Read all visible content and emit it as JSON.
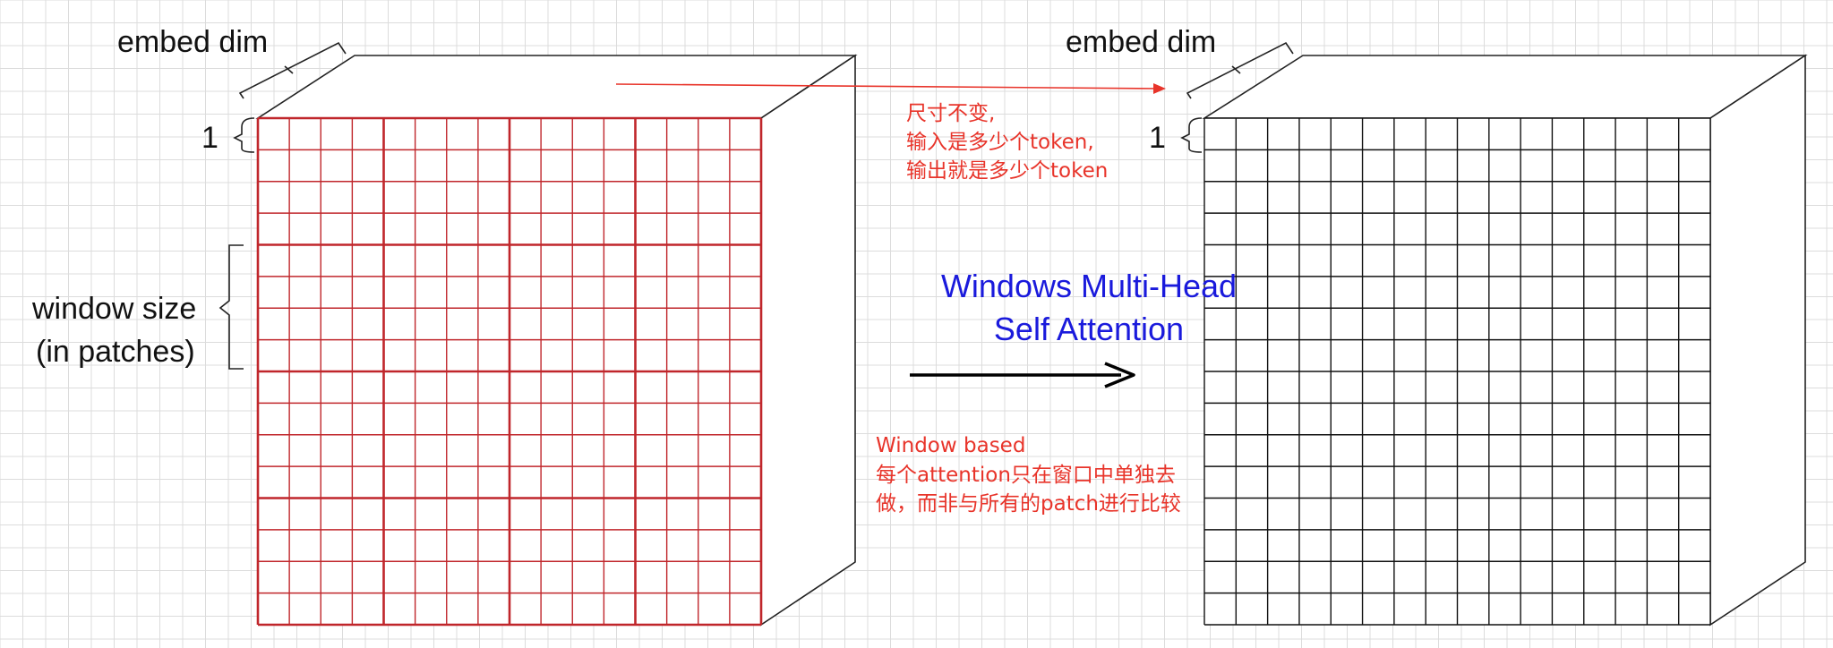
{
  "colors": {
    "background_grid": "#dcdcdc",
    "window_grid": "#c0262b",
    "output_grid": "#111111",
    "annotation_red": "#e8342a",
    "title_blue": "#1a1adc",
    "arrow": "#000000"
  },
  "grid": {
    "patches_per_side": 16,
    "window_size": 4
  },
  "left_block": {
    "embed_dim_label": "embed dim",
    "depth_label": "1",
    "window_size_label_line1": "window size",
    "window_size_label_line2": "(in patches)"
  },
  "right_block": {
    "embed_dim_label": "embed dim",
    "depth_label": "1"
  },
  "operation": {
    "title_line1": "Windows Multi-Head",
    "title_line2": "Self Attention",
    "arrow_icon": "right-arrow-icon"
  },
  "note_top": {
    "line1": "尺寸不变,",
    "line2": "输入是多少个token,",
    "line3": "输出就是多少个token"
  },
  "note_bottom": {
    "line1": "Window based",
    "line2": "每个attention只在窗口中单独去",
    "line3": "做，而非与所有的patch进行比较"
  }
}
